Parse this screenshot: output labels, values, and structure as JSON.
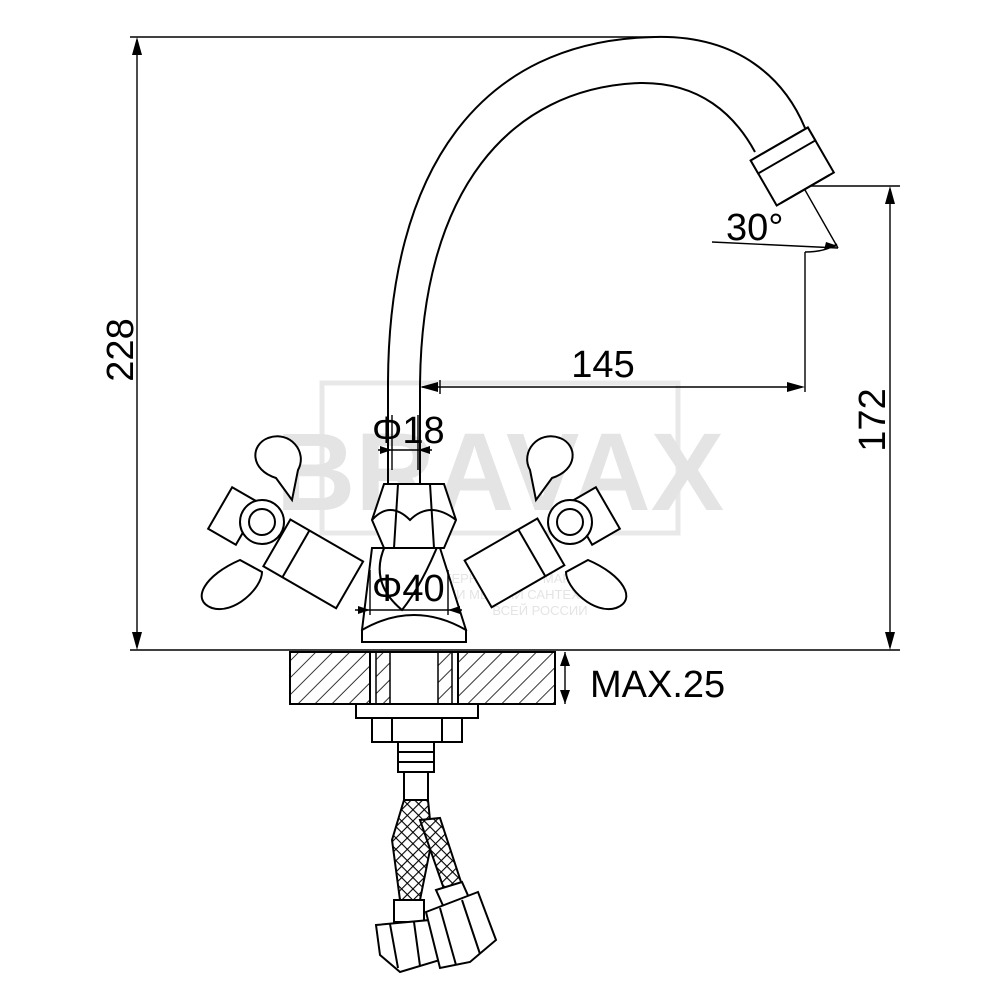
{
  "watermark": {
    "brand": "BRAVAX",
    "line1": "ИНТЕРНЕТ-СУПЕРМАРКЕТ",
    "line2": "ТЕХНИКИ МЕБЕЛИ САНТЕХНИКИ",
    "line3": "ВСЕЙ РОССИИ"
  },
  "dimensions": {
    "total_height": "228",
    "spout_height": "172",
    "spout_reach": "145",
    "spout_angle": "30°",
    "pipe_diameter": "Φ18",
    "base_diameter": "Φ40",
    "max_counter_thickness": "MAX.25"
  },
  "colors": {
    "line": "#000000",
    "watermark": "#e4e4e4"
  }
}
